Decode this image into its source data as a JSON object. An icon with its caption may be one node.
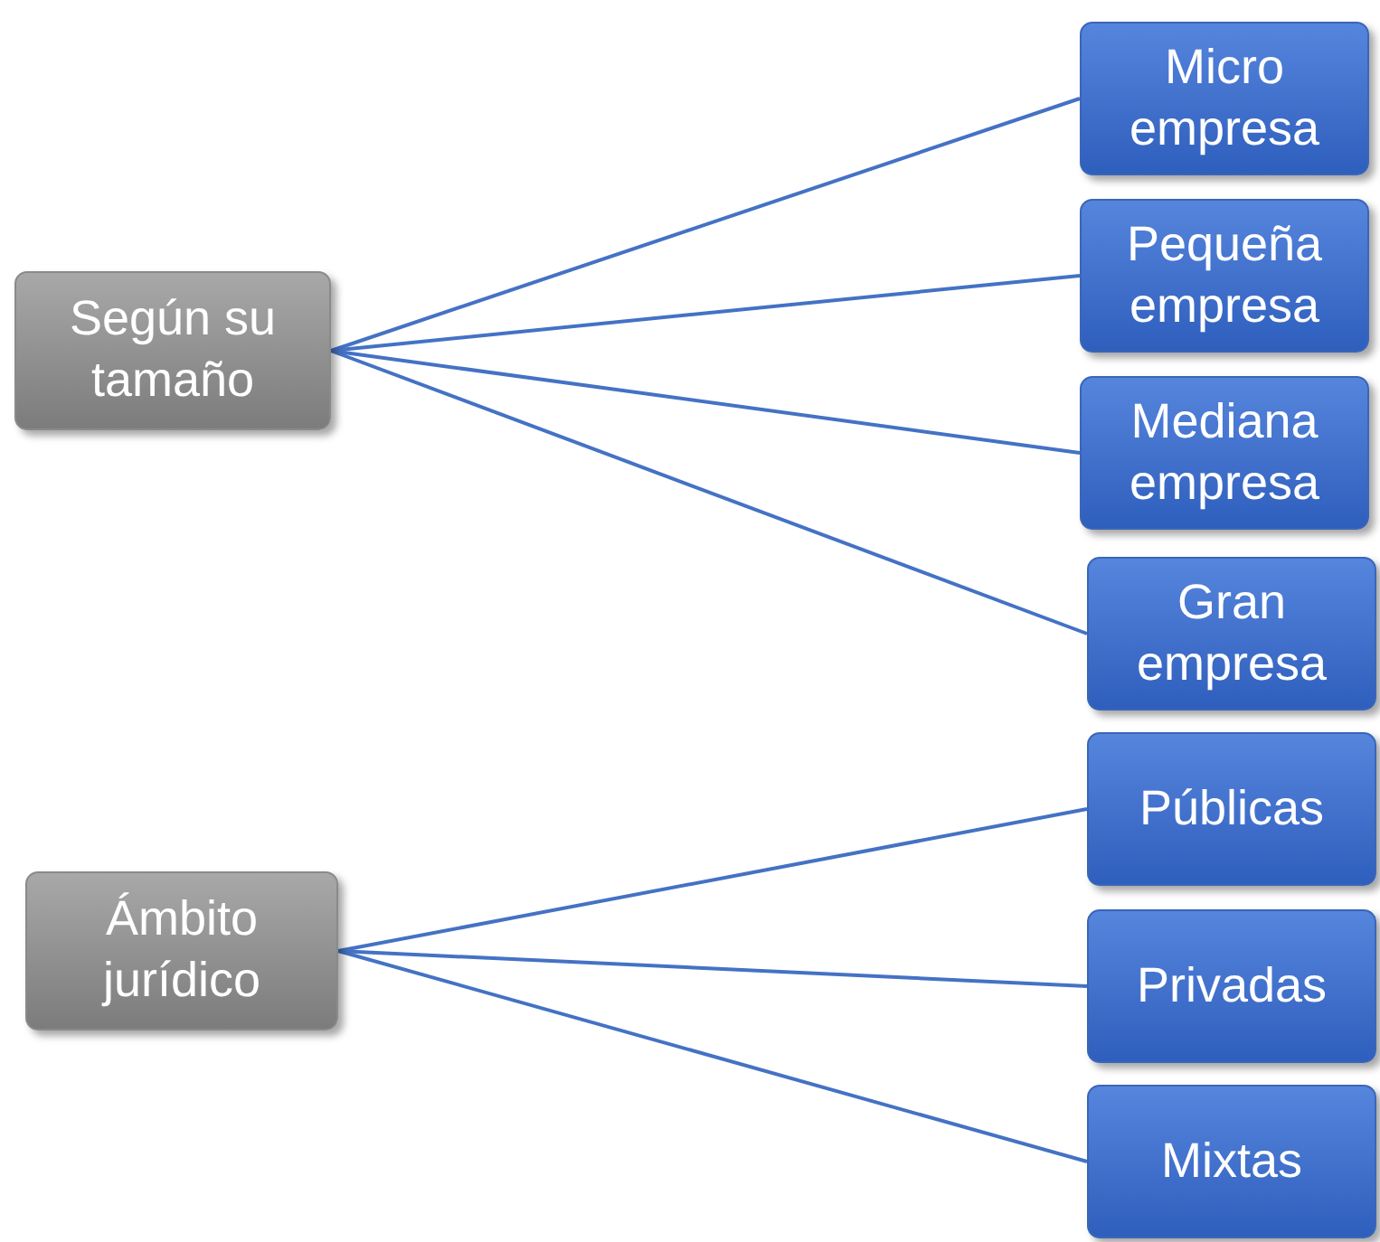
{
  "diagram": {
    "nodes": [
      {
        "text": [
          "Según su tamaño"
        ]
      },
      {
        "text": [
          "Micro empresa"
        ]
      },
      {
        "text": [
          "Pequeña empresa"
        ]
      },
      {
        "text": [
          "Mediana empresa"
        ]
      },
      {
        "text": [
          "Gran empresa"
        ]
      },
      {
        "text": [
          "Ámbito jurídico"
        ]
      },
      {
        "text": [
          "Públicas"
        ]
      },
      {
        "text": [
          "Privadas"
        ]
      },
      {
        "text": [
          "Mixtas"
        ]
      }
    ],
    "edges": [
      {
        "from": 0,
        "to": 1,
        "arrow": "none"
      },
      {
        "from": 0,
        "to": 2,
        "arrow": "none"
      },
      {
        "from": 0,
        "to": 3,
        "arrow": "none"
      },
      {
        "from": 0,
        "to": 4,
        "arrow": "none"
      },
      {
        "from": 5,
        "to": 6,
        "arrow": "none"
      },
      {
        "from": 5,
        "to": 7,
        "arrow": "none"
      },
      {
        "from": 5,
        "to": 8,
        "arrow": "none"
      }
    ]
  }
}
